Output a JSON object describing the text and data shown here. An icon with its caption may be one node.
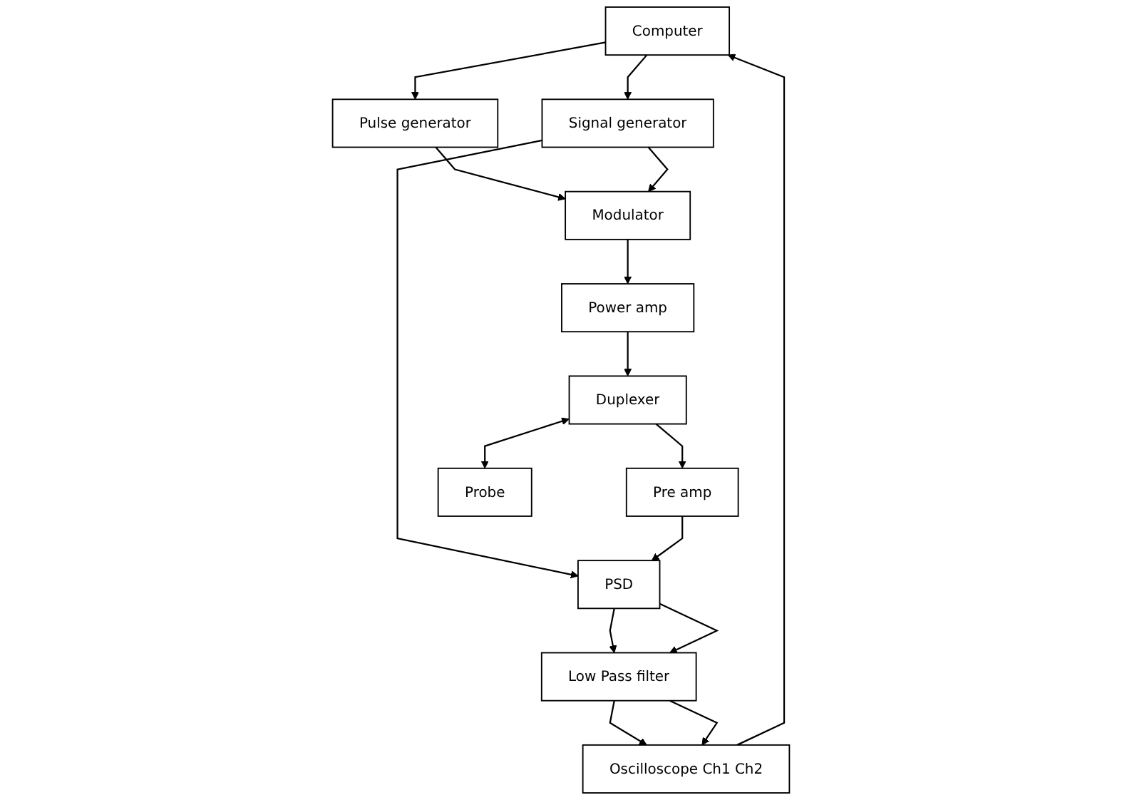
{
  "diagram": {
    "nodes": [
      {
        "text": [
          "Computer"
        ]
      },
      {
        "text": [
          "Oscilloscope Ch1 Ch2"
        ]
      },
      {
        "text": [
          "Pulse generator"
        ]
      },
      {
        "text": [
          "Signal generator"
        ]
      },
      {
        "text": [
          "Low Pass filter"
        ]
      },
      {
        "text": [
          "PSD"
        ]
      },
      {
        "text": [
          "Modulator"
        ]
      },
      {
        "text": [
          "Pre amp"
        ]
      },
      {
        "text": [
          "Power amp"
        ]
      },
      {
        "text": [
          "Duplexer"
        ]
      },
      {
        "text": [
          "Probe"
        ]
      }
    ],
    "edges": [
      {
        "from": 1,
        "to": 0,
        "arrow": "to"
      },
      {
        "from": 0,
        "to": 2,
        "arrow": "to"
      },
      {
        "from": 0,
        "to": 3,
        "arrow": "to"
      },
      {
        "from": 3,
        "to": 5,
        "arrow": "to"
      },
      {
        "from": 4,
        "to": 1,
        "arrow": "to"
      },
      {
        "from": 4,
        "to": 1,
        "arrow": "to"
      },
      {
        "from": 5,
        "to": 4,
        "arrow": "to"
      },
      {
        "from": 5,
        "to": 4,
        "arrow": "to"
      },
      {
        "from": 2,
        "to": 6,
        "arrow": "to"
      },
      {
        "from": 3,
        "to": 6,
        "arrow": "to"
      },
      {
        "from": 6,
        "to": 8,
        "arrow": "to"
      },
      {
        "from": 8,
        "to": 9,
        "arrow": "to"
      },
      {
        "from": 9,
        "to": 10,
        "arrow": "both"
      },
      {
        "from": 9,
        "to": 7,
        "arrow": "to"
      },
      {
        "from": 7,
        "to": 5,
        "arrow": "to"
      }
    ]
  }
}
